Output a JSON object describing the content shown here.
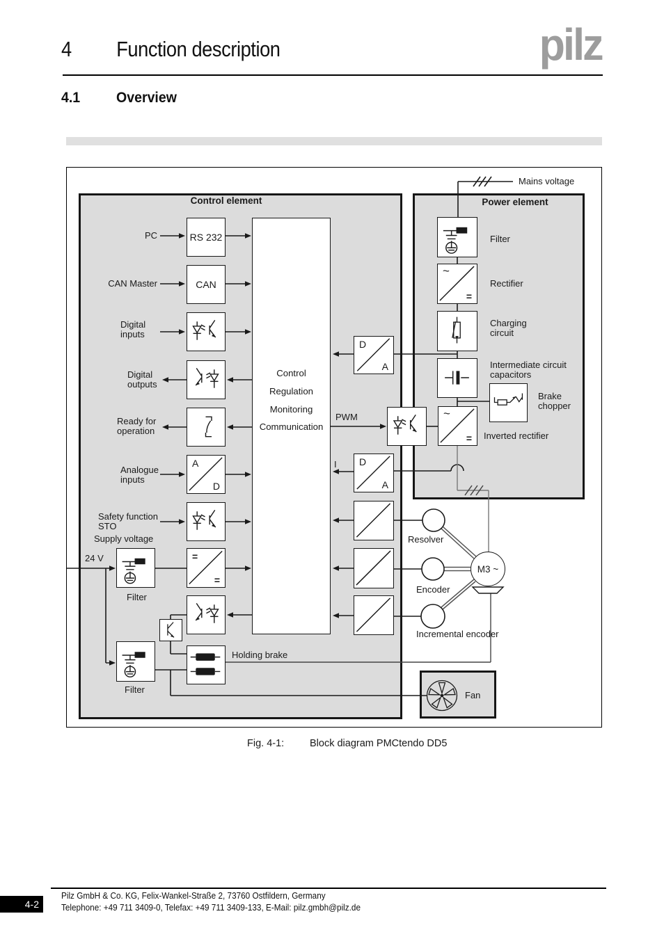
{
  "header": {
    "chapter_number": "4",
    "chapter_title": "Function description",
    "logo": "pilz",
    "section_number": "4.1",
    "section_title": "Overview"
  },
  "diagram": {
    "control_panel_title": "Control element",
    "power_panel_title": "Power element",
    "mains_label": "Mains voltage",
    "pc": "PC",
    "can_master": "CAN Master",
    "digital_inputs_1": "Digital",
    "digital_inputs_2": "inputs",
    "digital_outputs_1": "Digital",
    "digital_outputs_2": "outputs",
    "ready_1": "Ready for",
    "ready_2": "operation",
    "analogue_1": "Analogue",
    "analogue_2": "inputs",
    "sto_1": "Safety function",
    "sto_2": "STO",
    "supply_voltage": "Supply voltage",
    "v24": "24 V",
    "filter_label_1": "Filter",
    "filter_label_2": "Filter",
    "holding_brake": "Holding brake",
    "rs232": "RS 232",
    "can": "CAN",
    "central_1": "Control",
    "central_2": "Regulation",
    "central_3": "Monitoring",
    "central_4": "Communication",
    "pwm": "PWM",
    "current": "I",
    "tilde": "~",
    "equals": "=",
    "a": "A",
    "d": "D",
    "power_filter": "Filter",
    "rectifier": "Rectifier",
    "charging_1": "Charging",
    "charging_2": "circuit",
    "intermediate_1": "Intermediate circuit",
    "intermediate_2": "capacitors",
    "brake_chopper_1": "Brake",
    "brake_chopper_2": "chopper",
    "inverted_rectifier": "Inverted rectifier",
    "resolver": "Resolver",
    "encoder": "Encoder",
    "incremental_encoder": "Incremental encoder",
    "fan": "Fan",
    "motor": "M3 ~"
  },
  "figure": {
    "caption_label": "Fig. 4-1:",
    "caption_text": "Block diagram PMCtendo DD5"
  },
  "footer": {
    "page_number": "4-2",
    "address_line": "Pilz GmbH & Co. KG, Felix-Wankel-Straße 2, 73760 Ostfildern, Germany",
    "contact_line": "Telephone: +49 711 3409-0, Telefax: +49 711 3409-133, E-Mail: pilz.gmbh@pilz.de"
  }
}
